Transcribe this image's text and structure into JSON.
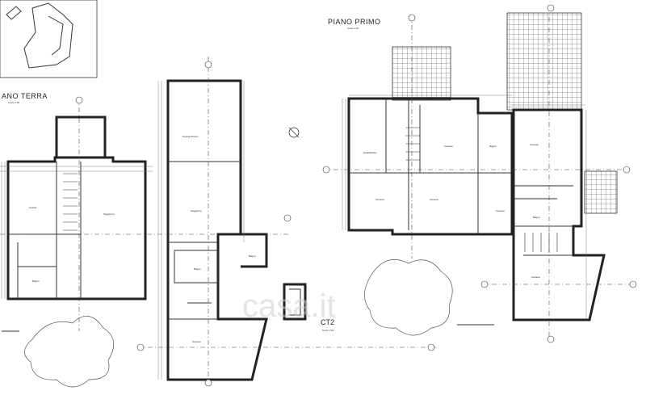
{
  "plans": {
    "ground": {
      "title": "ANO TERRA",
      "scale": "Scala 1:50",
      "rooms": [
        "Cucina",
        "Soggiorno",
        "Bagno",
        "Cucina Pranzo",
        "Soggiorno",
        "Bagno",
        "Bagno",
        "Camera"
      ]
    },
    "first": {
      "title": "PIANO PRIMO",
      "scale": "Scala 1:50",
      "rooms": [
        "Guardaroba",
        "Camera",
        "Bagno",
        "Camera",
        "Camera",
        "Camera",
        "Bagno",
        "Camera",
        "Camera"
      ]
    },
    "ct2": {
      "title": "CT2",
      "scale": "Scala 1:50"
    }
  },
  "watermark": "casa.it",
  "colors": {
    "ink": "#222222",
    "paper": "#ffffff",
    "watermark": "#cfcfcf"
  }
}
